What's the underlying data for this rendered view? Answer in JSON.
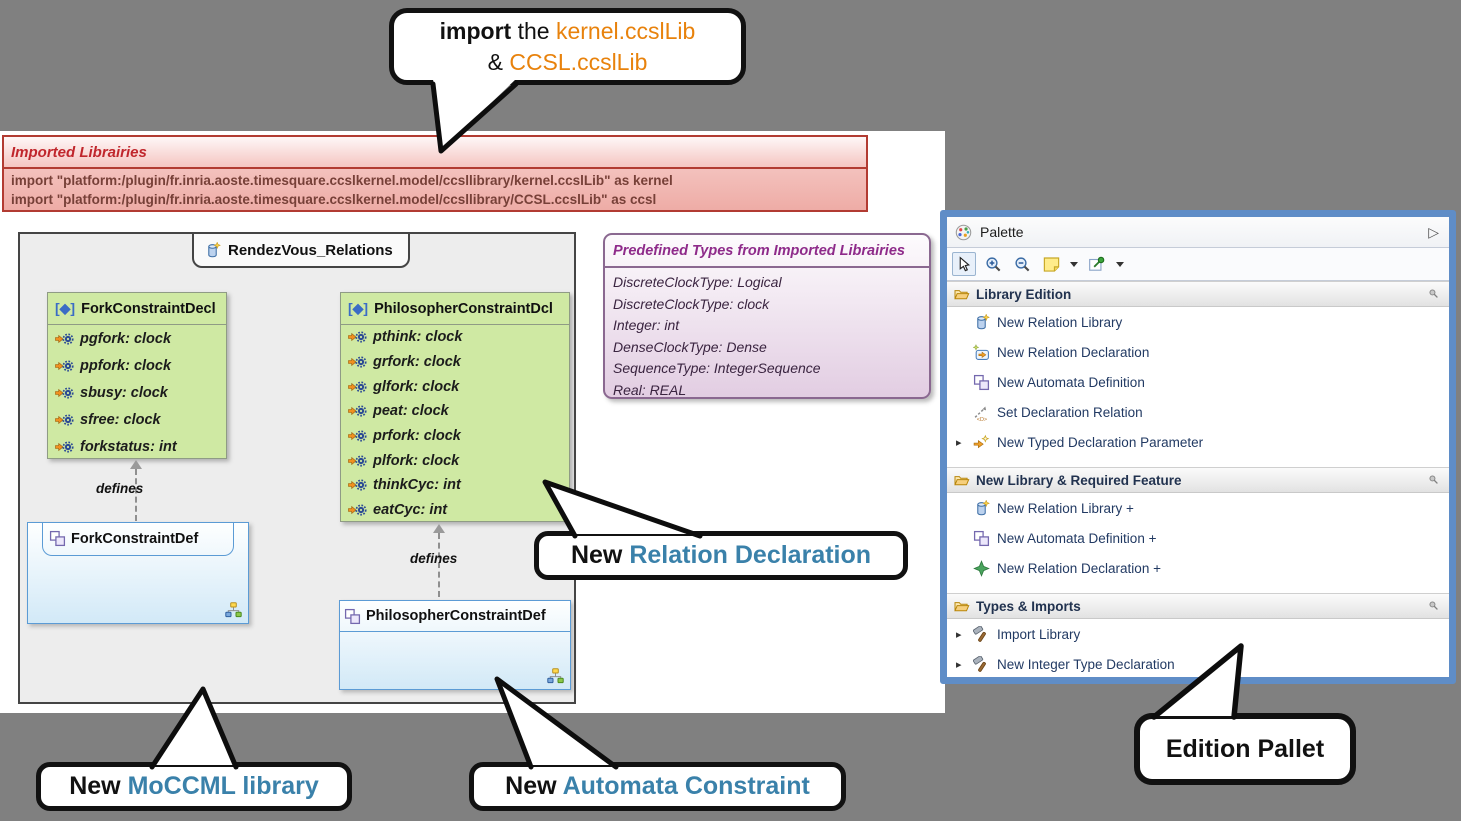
{
  "callouts": {
    "import_note": {
      "bold": "import",
      "mid": " the ",
      "orange1": "kernel.ccslLib",
      "amp": "& ",
      "orange2": "CCSL.ccslLib"
    },
    "new_relation_declaration": {
      "prefix": "New ",
      "highlight": "Relation Declaration"
    },
    "new_moccml_library": {
      "prefix": "New ",
      "highlight": "MoCCML library"
    },
    "new_automata_constraint": {
      "prefix": "New ",
      "highlight": "Automata Constraint"
    },
    "edition_pallet": {
      "text": "Edition Pallet"
    }
  },
  "imported_libraries_banner": {
    "title": "Imported Librairies",
    "imports": [
      "import \"platform:/plugin/fr.inria.aoste.timesquare.ccslkernel.model/ccsllibrary/kernel.ccslLib\" as kernel",
      "import \"platform:/plugin/fr.inria.aoste.timesquare.ccslkernel.model/ccsllibrary/CCSL.ccslLib\" as ccsl"
    ]
  },
  "diagram": {
    "package_tab": "RendezVous_Relations",
    "defines_label": "defines",
    "fork_decl": {
      "stereotype": "[◆]",
      "name": "ForkConstraintDecl",
      "attrs": [
        "pgfork: clock",
        "ppfork: clock",
        "sbusy: clock",
        "sfree: clock",
        "forkstatus: int"
      ]
    },
    "philosopher_decl": {
      "stereotype": "[◆]",
      "name": "PhilosopherConstraintDcl",
      "attrs": [
        "pthink: clock",
        "grfork: clock",
        "glfork: clock",
        "peat: clock",
        "prfork: clock",
        "plfork: clock",
        "thinkCyc: int",
        "eatCyc: int"
      ]
    },
    "fork_def": {
      "name": "ForkConstraintDef"
    },
    "philosopher_def": {
      "name": "PhilosopherConstraintDef"
    }
  },
  "predefined_types": {
    "title": "Predefined Types from Imported Librairies",
    "entries": [
      "DiscreteClockType: Logical",
      "DiscreteClockType: clock",
      "Integer: int",
      "DenseClockType: Dense",
      "SequenceType: IntegerSequence",
      "Real: REAL"
    ]
  },
  "palette": {
    "title": "Palette",
    "collapse_glyph": "▷",
    "sections": [
      {
        "label": "Library Edition",
        "items": [
          {
            "label": "New Relation Library",
            "icon": "relation-library-icon"
          },
          {
            "label": "New Relation Declaration",
            "icon": "relation-declaration-icon"
          },
          {
            "label": "New Automata Definition",
            "icon": "automata-definition-icon"
          },
          {
            "label": "Set Declaration Relation",
            "icon": "set-declaration-relation-icon"
          },
          {
            "label": "New Typed Declaration Parameter",
            "icon": "typed-parameter-icon",
            "expandable": true
          }
        ]
      },
      {
        "label": "New Library & Required Feature",
        "items": [
          {
            "label": "New Relation Library +",
            "icon": "relation-library-icon"
          },
          {
            "label": "New Automata Definition +",
            "icon": "automata-definition-icon"
          },
          {
            "label": "New Relation Declaration +",
            "icon": "relation-declaration-plus-icon"
          }
        ]
      },
      {
        "label": "Types & Imports",
        "items": [
          {
            "label": "Import Library",
            "icon": "hammer-icon",
            "expandable": true
          },
          {
            "label": "New Integer Type Declaration",
            "icon": "hammer-icon",
            "expandable": true
          }
        ]
      }
    ],
    "expander_glyph": "▸"
  },
  "colors": {
    "background_gray": "#808080",
    "accent_teal": "#3a81aa",
    "accent_orange": "#e8820c",
    "palette_border_blue": "#5f8dc7",
    "declaration_green": "#cfe9a3",
    "definition_blue_border": "#5b9bd5",
    "banner_red": "#b23b32",
    "types_purple": "#8e2a8a"
  },
  "icons": [
    "palette-logo-icon",
    "cursor-select-icon",
    "zoom-in-icon",
    "zoom-out-icon",
    "note-tool-icon",
    "pin-tool-icon",
    "folder-icon",
    "drawer-pin-icon",
    "relation-library-icon",
    "relation-declaration-icon",
    "automata-definition-icon",
    "set-declaration-relation-icon",
    "typed-parameter-icon",
    "relation-declaration-plus-icon",
    "hammer-icon",
    "attribute-icon",
    "hierarchy-icon",
    "package-icon",
    "expand-arrow-icon",
    "collapse-arrow-icon"
  ]
}
